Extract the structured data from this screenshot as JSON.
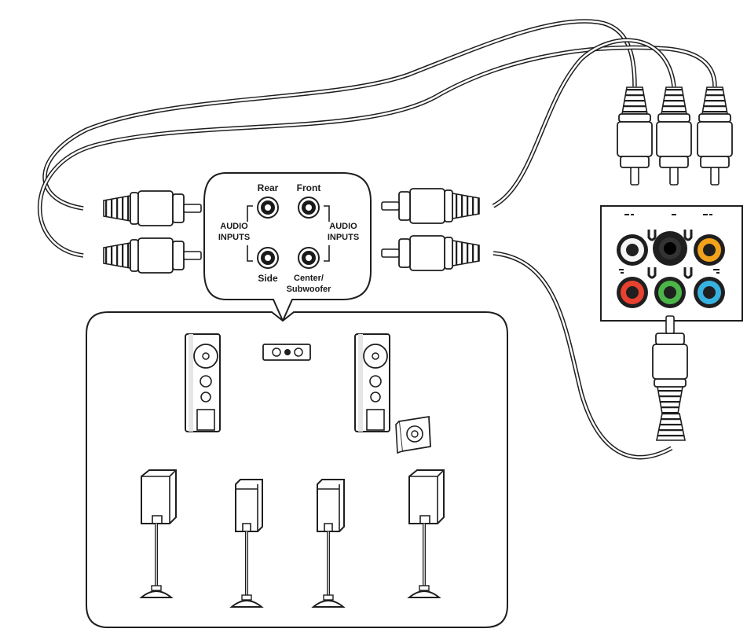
{
  "colors": {
    "line": "#1f1f1f",
    "jack_white": "#f5f5f5",
    "jack_black": "#1a1a1a",
    "jack_orange": "#f2a21a",
    "jack_red": "#e8412f",
    "jack_green": "#4bb548",
    "jack_blue": "#37b2e0"
  },
  "receiver": {
    "rear_label": "Rear",
    "front_label": "Front",
    "side_label": "Side",
    "center_label_1": "Center/",
    "center_label_2": "Subwoofer",
    "audio_inputs_left_1": "AUDIO",
    "audio_inputs_left_2": "INPUTS",
    "audio_inputs_right_1": "AUDIO",
    "audio_inputs_right_2": "INPUTS"
  }
}
